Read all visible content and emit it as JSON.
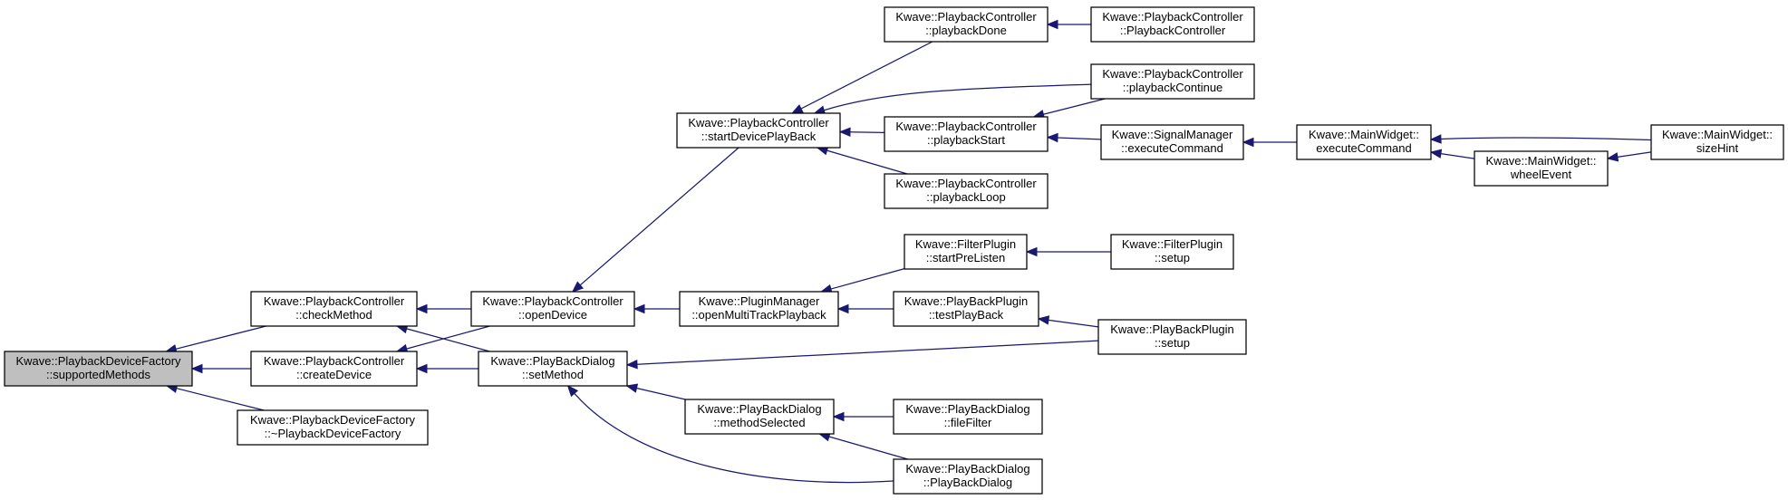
{
  "nodes": [
    {
      "id": "supportedMethods",
      "root": true,
      "lines": [
        "Kwave::PlaybackDeviceFactory",
        "::supportedMethods"
      ]
    },
    {
      "id": "checkMethod",
      "lines": [
        "Kwave::PlaybackController",
        "::checkMethod"
      ]
    },
    {
      "id": "createDevice",
      "lines": [
        "Kwave::PlaybackController",
        "::createDevice"
      ]
    },
    {
      "id": "destructor",
      "lines": [
        "Kwave::PlaybackDeviceFactory",
        "::~PlaybackDeviceFactory"
      ]
    },
    {
      "id": "openDevice",
      "lines": [
        "Kwave::PlaybackController",
        "::openDevice"
      ]
    },
    {
      "id": "setMethod",
      "lines": [
        "Kwave::PlayBackDialog",
        "::setMethod"
      ]
    },
    {
      "id": "startDevicePlayBack",
      "lines": [
        "Kwave::PlaybackController",
        "::startDevicePlayBack"
      ]
    },
    {
      "id": "openMultiTrackPlayback",
      "lines": [
        "Kwave::PluginManager",
        "::openMultiTrackPlayback"
      ]
    },
    {
      "id": "methodSelected",
      "lines": [
        "Kwave::PlayBackDialog",
        "::methodSelected"
      ]
    },
    {
      "id": "playbackDone",
      "lines": [
        "Kwave::PlaybackController",
        "::playbackDone"
      ]
    },
    {
      "id": "playbackStart",
      "lines": [
        "Kwave::PlaybackController",
        "::playbackStart"
      ]
    },
    {
      "id": "playbackLoop",
      "lines": [
        "Kwave::PlaybackController",
        "::playbackLoop"
      ]
    },
    {
      "id": "startPreListen",
      "lines": [
        "Kwave::FilterPlugin",
        "::startPreListen"
      ]
    },
    {
      "id": "testPlayBack",
      "lines": [
        "Kwave::PlayBackPlugin",
        "::testPlayBack"
      ]
    },
    {
      "id": "fileFilter",
      "lines": [
        "Kwave::PlayBackDialog",
        "::fileFilter"
      ]
    },
    {
      "id": "dialogCtor",
      "lines": [
        "Kwave::PlayBackDialog",
        "::PlayBackDialog"
      ]
    },
    {
      "id": "controllerCtor",
      "lines": [
        "Kwave::PlaybackController",
        "::PlaybackController"
      ]
    },
    {
      "id": "playbackContinue",
      "lines": [
        "Kwave::PlaybackController",
        "::playbackContinue"
      ]
    },
    {
      "id": "executeCommandSM",
      "lines": [
        "Kwave::SignalManager",
        "::executeCommand"
      ]
    },
    {
      "id": "filterSetup",
      "lines": [
        "Kwave::FilterPlugin",
        "::setup"
      ]
    },
    {
      "id": "playbackSetup",
      "lines": [
        "Kwave::PlayBackPlugin",
        "::setup"
      ]
    },
    {
      "id": "executeCommandMW",
      "lines": [
        "Kwave::MainWidget::",
        "executeCommand"
      ]
    },
    {
      "id": "wheelEvent",
      "lines": [
        "Kwave::MainWidget::",
        "wheelEvent"
      ]
    },
    {
      "id": "sizeHint",
      "lines": [
        "Kwave::MainWidget::",
        "sizeHint"
      ]
    }
  ],
  "edges": [
    {
      "from": "checkMethod",
      "to": "supportedMethods"
    },
    {
      "from": "createDevice",
      "to": "supportedMethods"
    },
    {
      "from": "destructor",
      "to": "supportedMethods"
    },
    {
      "from": "openDevice",
      "to": "checkMethod"
    },
    {
      "from": "setMethod",
      "to": "checkMethod"
    },
    {
      "from": "openDevice",
      "to": "createDevice"
    },
    {
      "from": "setMethod",
      "to": "createDevice"
    },
    {
      "from": "startDevicePlayBack",
      "to": "openDevice"
    },
    {
      "from": "openMultiTrackPlayback",
      "to": "openDevice"
    },
    {
      "from": "playbackSetup",
      "to": "setMethod"
    },
    {
      "from": "methodSelected",
      "to": "setMethod"
    },
    {
      "from": "dialogCtor",
      "to": "setMethod"
    },
    {
      "from": "playbackDone",
      "to": "startDevicePlayBack"
    },
    {
      "from": "playbackContinue",
      "to": "startDevicePlayBack"
    },
    {
      "from": "playbackStart",
      "to": "startDevicePlayBack"
    },
    {
      "from": "playbackLoop",
      "to": "startDevicePlayBack"
    },
    {
      "from": "startPreListen",
      "to": "openMultiTrackPlayback"
    },
    {
      "from": "testPlayBack",
      "to": "openMultiTrackPlayback"
    },
    {
      "from": "fileFilter",
      "to": "methodSelected"
    },
    {
      "from": "dialogCtor",
      "to": "methodSelected"
    },
    {
      "from": "controllerCtor",
      "to": "playbackDone"
    },
    {
      "from": "playbackContinue",
      "to": "playbackStart"
    },
    {
      "from": "executeCommandSM",
      "to": "playbackStart"
    },
    {
      "from": "filterSetup",
      "to": "startPreListen"
    },
    {
      "from": "playbackSetup",
      "to": "testPlayBack"
    },
    {
      "from": "executeCommandMW",
      "to": "executeCommandSM"
    },
    {
      "from": "sizeHint",
      "to": "executeCommandMW"
    },
    {
      "from": "wheelEvent",
      "to": "executeCommandMW"
    },
    {
      "from": "sizeHint",
      "to": "wheelEvent"
    }
  ]
}
